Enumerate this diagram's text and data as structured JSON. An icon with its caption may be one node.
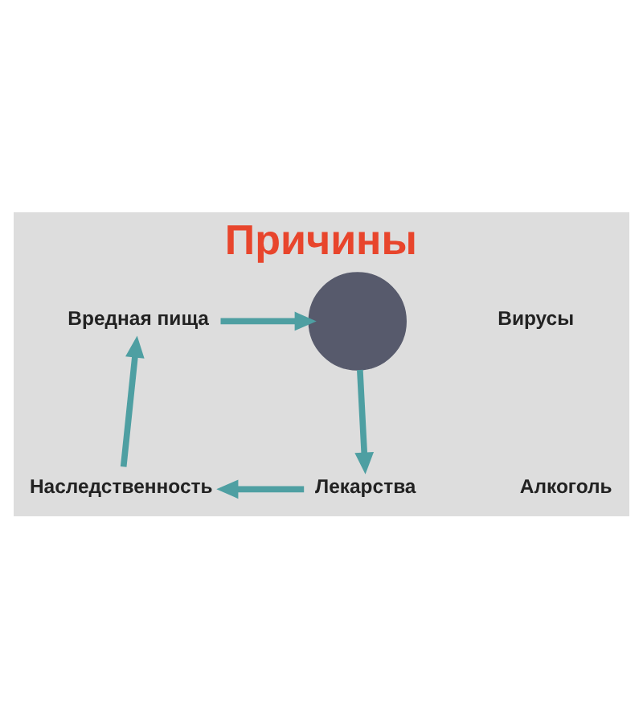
{
  "diagram": {
    "title": "Причины",
    "nodes": [
      {
        "text": [
          "Вредная пища"
        ]
      },
      {
        "text": [
          "Вирусы"
        ]
      },
      {
        "text": [],
        "shape": "circle"
      },
      {
        "text": [
          "Алкоголь"
        ]
      },
      {
        "text": [
          "Наследственность"
        ]
      },
      {
        "text": [
          "Лекарства"
        ]
      }
    ],
    "edges": [
      {
        "from": 0,
        "to": 2,
        "arrow": "to"
      },
      {
        "from": 2,
        "to": 5,
        "arrow": "to"
      },
      {
        "from": 5,
        "to": 4,
        "arrow": "to"
      },
      {
        "from": 4,
        "to": 0,
        "arrow": "to"
      }
    ]
  }
}
